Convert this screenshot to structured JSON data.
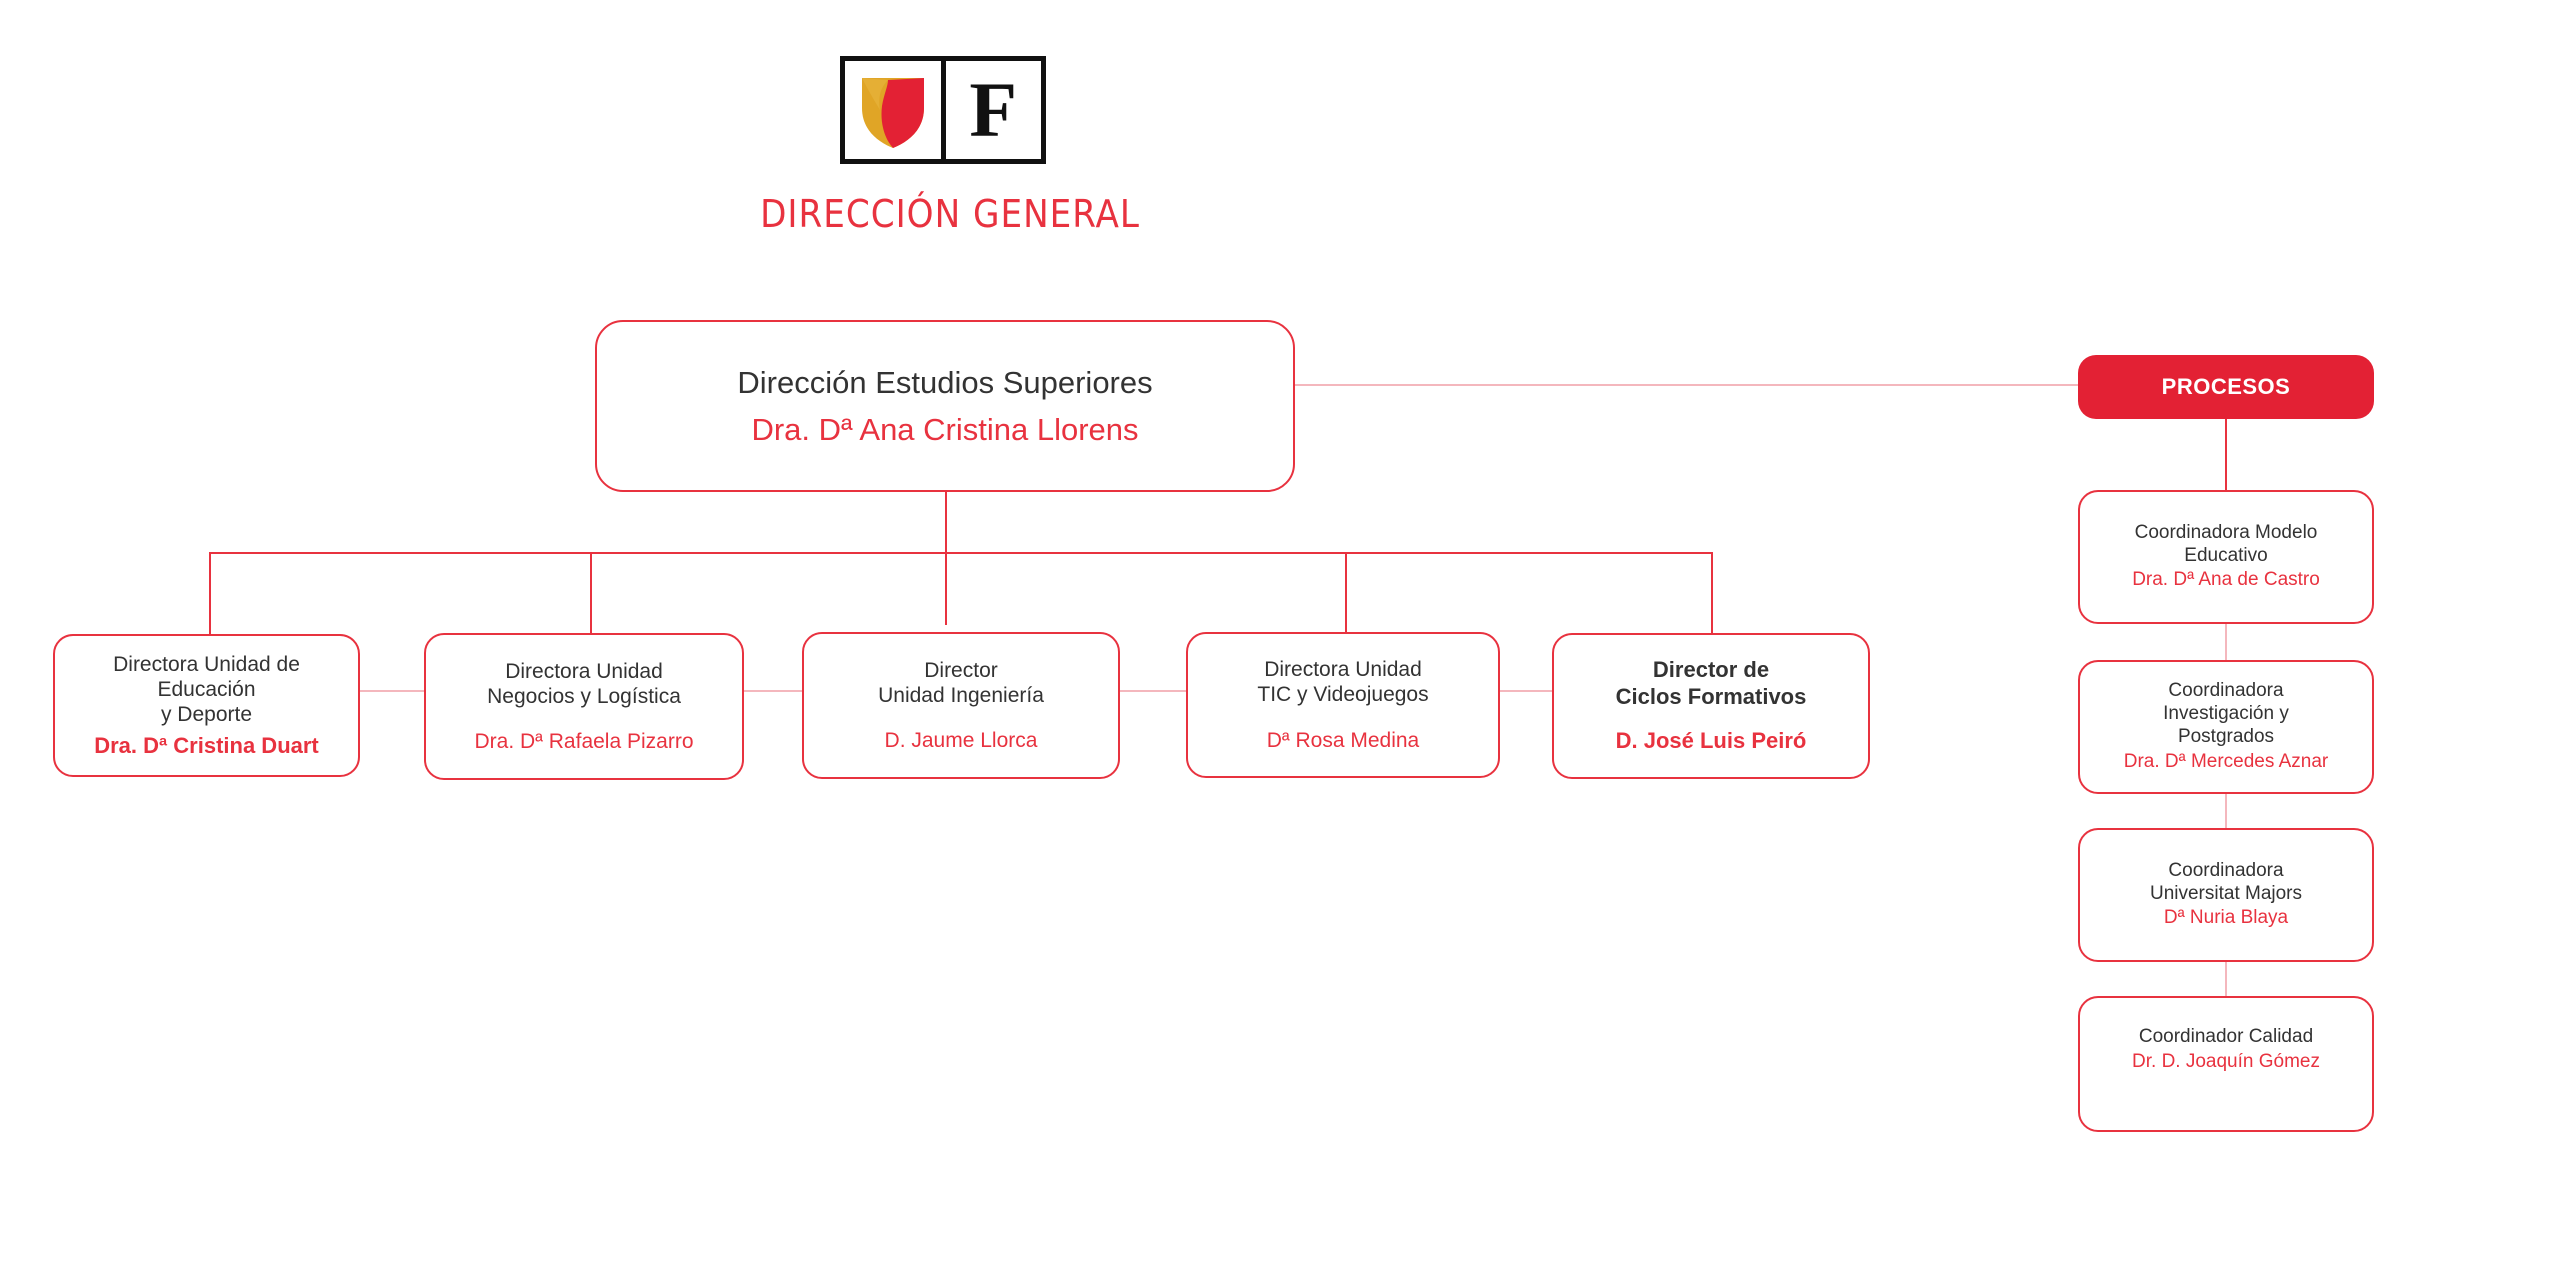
{
  "header": {
    "logo_letter": "F",
    "title": "DIRECCIÓN GENERAL"
  },
  "top": {
    "title": "Dirección Estudios Superiores",
    "name": "Dra. Dª Ana Cristina Llorens"
  },
  "units": [
    {
      "title": "Directora Unidad de\nEducación\ny Deporte",
      "name": "Dra. Dª Cristina Duart"
    },
    {
      "title": "Directora Unidad\nNegocios y Logística",
      "name": "Dra. Dª Rafaela Pizarro"
    },
    {
      "title": "Director\nUnidad Ingeniería",
      "name": "D. Jaume Llorca"
    },
    {
      "title": "Directora Unidad\nTIC y Videojuegos",
      "name": "Dª Rosa Medina"
    },
    {
      "title": "Director de\nCiclos Formativos",
      "name": "D. José Luis Peiró"
    }
  ],
  "procesos": {
    "label": "PROCESOS",
    "items": [
      {
        "title": "Coordinadora Modelo\nEducativo",
        "name": "Dra. Dª Ana de Castro"
      },
      {
        "title": "Coordinadora\nInvestigación y\nPostgrados",
        "name": "Dra. Dª Mercedes Aznar"
      },
      {
        "title": "Coordinadora\nUniversitat Majors",
        "name": "Dª Nuria Blaya"
      },
      {
        "title": "Coordinador Calidad",
        "name": "Dr. D. Joaquín Gómez"
      }
    ]
  },
  "colors": {
    "accent": "#e8323f",
    "text": "#333333",
    "logo_shield_red": "#e32134",
    "logo_shield_gold": "#e0a526"
  }
}
